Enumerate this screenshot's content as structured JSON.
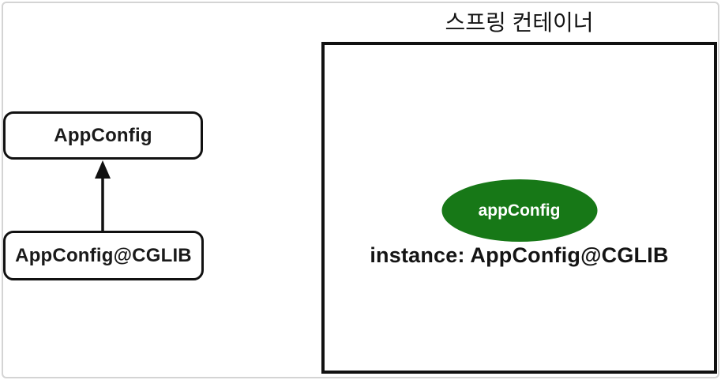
{
  "left_panel": {
    "boxes": [
      {
        "label": "AppConfig"
      },
      {
        "label": "AppConfig@CGLIB"
      }
    ],
    "arrow_icon": "up-arrow-icon"
  },
  "container": {
    "title": "스프링 컨테이너",
    "bean_label": "appConfig",
    "instance_label": "instance: AppConfig@CGLIB"
  },
  "colors": {
    "bean_fill": "#177817",
    "bean_text": "#ffffff",
    "line_color": "#111111",
    "frame_color": "#d4d4d4",
    "page_bg": "#ffffff"
  }
}
